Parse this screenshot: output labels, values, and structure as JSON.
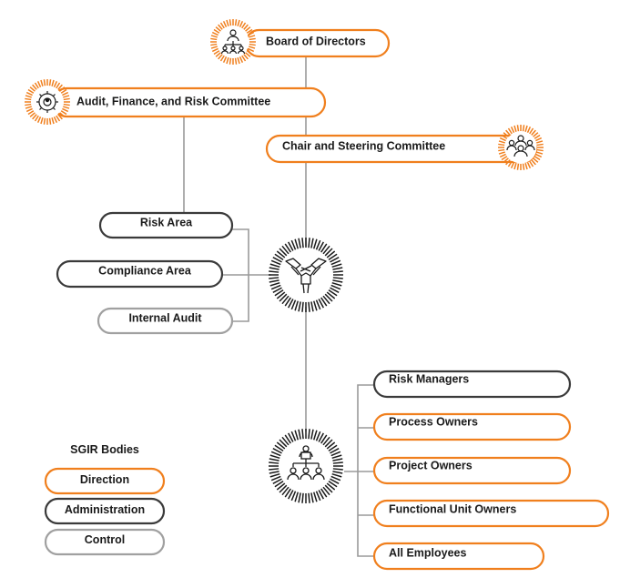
{
  "colors": {
    "direction": "#f07f1d",
    "administration": "#3a3a3a",
    "control": "#a0a0a0",
    "connector": "#9a9a9a",
    "icon": "#1a1a1a"
  },
  "nodes": {
    "board": {
      "label": "Board of Directors",
      "type": "direction",
      "icon": "org-chart-icon"
    },
    "audit_committee": {
      "label": "Audit, Finance, and Risk Committee",
      "type": "direction",
      "icon": "gear-people-icon"
    },
    "chair_steering": {
      "label": "Chair and Steering Committee",
      "type": "direction",
      "icon": "group-icon"
    },
    "risk_area": {
      "label": "Risk Area",
      "type": "administration"
    },
    "compliance_area": {
      "label": "Compliance Area",
      "type": "administration"
    },
    "internal_audit": {
      "label": "Internal Audit",
      "type": "control"
    },
    "risk_managers": {
      "label": "Risk Managers",
      "type": "administration"
    },
    "process_owners": {
      "label": "Process Owners",
      "type": "direction"
    },
    "project_owners": {
      "label": "Project Owners",
      "type": "direction"
    },
    "functional_unit_owners": {
      "label": "Functional Unit Owners",
      "type": "direction"
    },
    "all_employees": {
      "label": "All Employees",
      "type": "direction"
    }
  },
  "hubs": {
    "collaboration": {
      "icon": "handshake-icon"
    },
    "hierarchy": {
      "icon": "hierarchy-people-icon"
    }
  },
  "legend": {
    "title": "SGIR Bodies",
    "items": [
      {
        "label": "Direction",
        "type": "direction"
      },
      {
        "label": "Administration",
        "type": "administration"
      },
      {
        "label": "Control",
        "type": "control"
      }
    ]
  }
}
